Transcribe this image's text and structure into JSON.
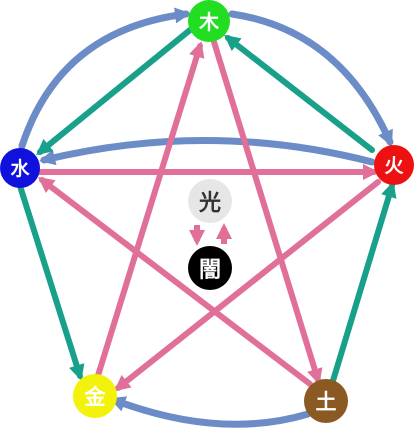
{
  "nodes": {
    "wood": {
      "label": "木",
      "color": "#22dd22",
      "text_color": "#ffffff"
    },
    "fire": {
      "label": "火",
      "color": "#ee1111",
      "text_color": "#ffffff"
    },
    "earth": {
      "label": "土",
      "color": "#8a5a22",
      "text_color": "#ffffff"
    },
    "metal": {
      "label": "金",
      "color": "#f2f20a",
      "text_color": "#ffffff"
    },
    "water": {
      "label": "水",
      "color": "#1111dd",
      "text_color": "#ffffff"
    },
    "light": {
      "label": "光",
      "color": "#e6e6e6",
      "text_color": "#333333"
    },
    "dark": {
      "label": "闇",
      "color": "#000000",
      "text_color": "#ffffff"
    }
  },
  "colors": {
    "generating_outer": "#6b8cc6",
    "generating_inner": "#18a08a",
    "overcoming": "#e0709a"
  }
}
